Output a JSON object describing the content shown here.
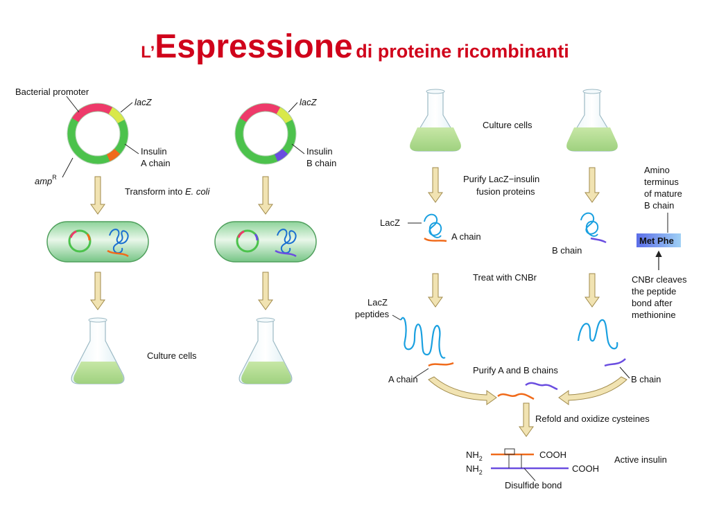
{
  "title": {
    "prefix": "L’",
    "main": "Espressione",
    "rest": "di proteine ricombinanti"
  },
  "left": {
    "bacterial_promoter": "Bacterial promoter",
    "lacz_1": "lacZ",
    "lacz_2": "lacZ",
    "amp": "amp",
    "amp_sup": "R",
    "insulin_a_line1": "Insulin",
    "insulin_a_line2": "A chain",
    "insulin_b_line1": "Insulin",
    "insulin_b_line2": "B chain",
    "transform_prefix": "Transform into ",
    "transform_species": "E. coli",
    "culture_cells": "Culture cells"
  },
  "right": {
    "culture_cells": "Culture cells",
    "purify_line1": "Purify LacZ−insulin",
    "purify_line2": "fusion proteins",
    "lacz": "LacZ",
    "a_chain": "A chain",
    "b_chain": "B chain",
    "treat_cnbr": "Treat with CNBr",
    "amino_line1": "Amino",
    "amino_line2": "terminus",
    "amino_line3": "of mature",
    "amino_line4": "B chain",
    "met_phe": "Met Phe",
    "cnbr_line1": "CNBr cleaves",
    "cnbr_line2": "the peptide",
    "cnbr_line3": "bond after",
    "cnbr_line4": "methionine",
    "lacz_peptides_line1": "LacZ",
    "lacz_peptides_line2": "peptides",
    "purify_ab": "Purify A and B chains",
    "a_chain_2": "A chain",
    "b_chain_2": "B chain",
    "refold": "Refold and oxidize cysteines",
    "nh2": "NH",
    "nh2_sub": "2",
    "cooh": "COOH",
    "active_insulin": "Active insulin",
    "disulfide": "Disulfide bond"
  },
  "colors": {
    "title": "#d0021b",
    "lacz_green": "#4cc24c",
    "promoter_yellow": "#d9e84a",
    "amp_pink": "#ee3a6a",
    "a_chain_orange": "#f06a1a",
    "b_chain_purple": "#6a4de0",
    "lacz_blue": "#1aa0e0",
    "arrow_fill": "#f1e3b2",
    "arrow_stroke": "#a08a4a",
    "cell_green": "#6ec27a"
  }
}
